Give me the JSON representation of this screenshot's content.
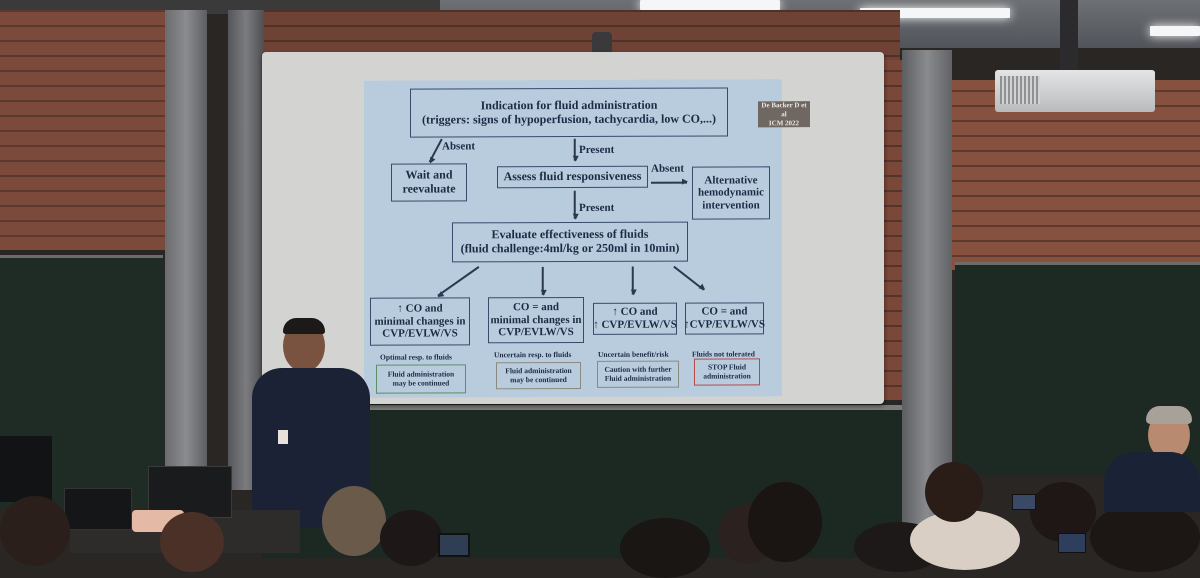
{
  "slide": {
    "reference": [
      "De Backer D et al",
      "ICM 2022"
    ],
    "bullet": "•",
    "top_box": [
      "Indication for fluid administration",
      "(triggers: signs of hypoperfusion, tachycardia, low CO,...)"
    ],
    "absent_label_1": "Absent",
    "present_label_1": "Present",
    "wait_box": [
      "Wait and",
      "reevaluate"
    ],
    "assess_box": "Assess fluid responsiveness",
    "absent_label_2": "Absent",
    "alternative_box": [
      "Alternative",
      "hemodynamic",
      "intervention"
    ],
    "present_label_2": "Present",
    "evaluate_box": [
      "Evaluate effectiveness of fluids",
      "(fluid challenge:4ml/kg or 250ml in 10min)"
    ],
    "outcomes": [
      {
        "box": [
          "↑ CO and",
          "minimal changes in",
          "CVP/EVLW/VS"
        ],
        "caption": "Optimal resp. to fluids",
        "action": [
          "Fluid administration",
          "may be continued"
        ]
      },
      {
        "box": [
          "CO =  and",
          "minimal changes in",
          "CVP/EVLW/VS"
        ],
        "caption": "Uncertain resp. to fluids",
        "action": [
          "Fluid administration",
          "may be continued"
        ]
      },
      {
        "box": [
          "↑ CO  and",
          "↑ CVP/EVLW/VS"
        ],
        "caption": "Uncertain benefit/risk",
        "action": [
          "Caution with further",
          "Fluid administration"
        ]
      },
      {
        "box": [
          "CO = and",
          "↑CVP/EVLW/VS"
        ],
        "caption": "Fluids not tolerated",
        "action": [
          "STOP Fluid",
          "administration"
        ]
      }
    ]
  },
  "colors": {
    "slide_background": "#b8ccde",
    "text": "#1e2a44",
    "green_border": "#5a8f6a",
    "red_border": "#b44a4a"
  }
}
